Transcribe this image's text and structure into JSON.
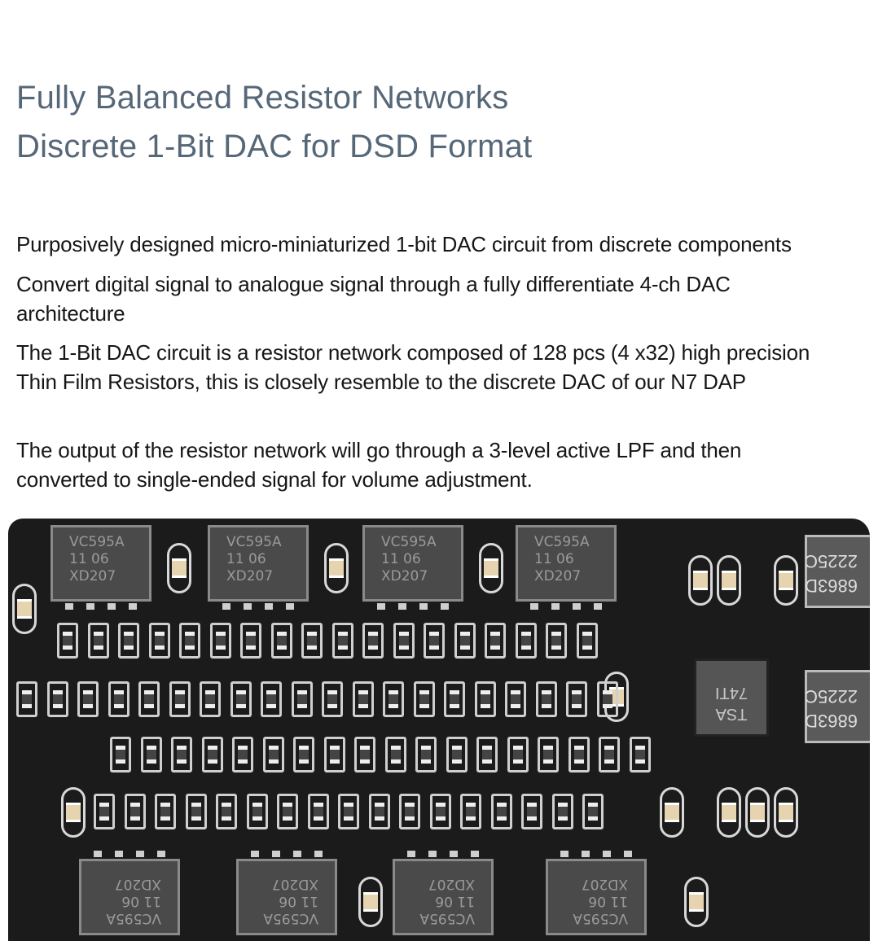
{
  "heading": {
    "line1": "Fully Balanced Resistor Networks",
    "line2": "Discrete 1-Bit DAC for DSD Format"
  },
  "paragraphs": [
    "Purposively designed micro-miniaturized 1-bit DAC circuit from discrete components",
    "Convert digital signal to analogue signal through a fully differentiate 4-ch DAC architecture",
    "The 1-Bit DAC circuit is a resistor network composed of 128 pcs (4 x32) high precision Thin Film Resistors, this is closely resemble to the discrete DAC of our N7 DAP",
    "The output of the resistor network will go through a 3-level active LPF and then converted to single-ended signal for volume adjustment."
  ],
  "pcb": {
    "chip_marking": {
      "l1": "VC595A",
      "l2": "11   06",
      "l3": "XD207"
    },
    "ic_marking": {
      "l1": "TSA",
      "l2": "74TI"
    },
    "right_chip_marking": {
      "l1": "2225C",
      "l2": "6863D"
    }
  }
}
